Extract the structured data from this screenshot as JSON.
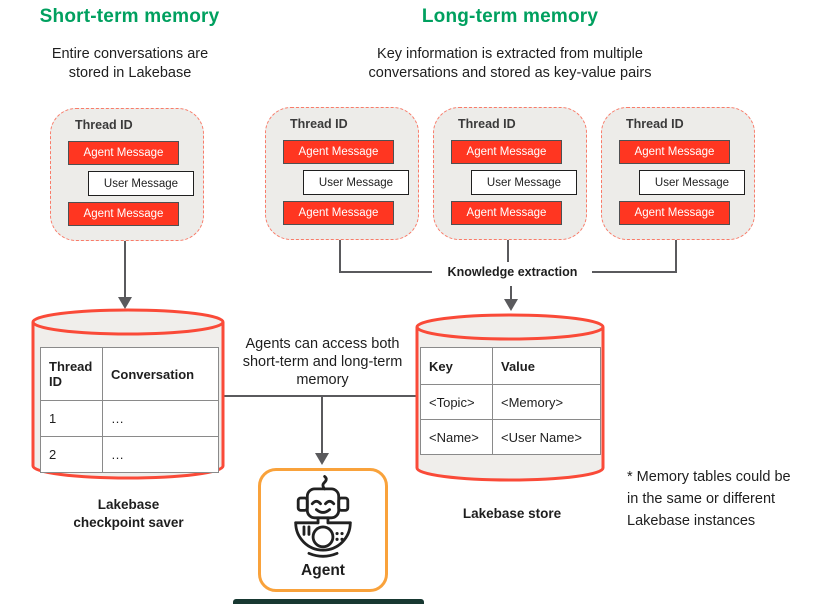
{
  "colors": {
    "title_green": "#00A05F",
    "message_red": "#FF3621",
    "dashed_salmon": "#F97B69",
    "cylinder_red": "#FA4A38",
    "agent_orange": "#F9A23B",
    "connector_gray": "#5A5A5D",
    "card_fill": "#EDECE9"
  },
  "short_term": {
    "title": "Short-term memory",
    "subtitle": "Entire conversations are stored in Lakebase",
    "thread": {
      "label": "Thread ID",
      "messages": [
        "Agent Message",
        "User Message",
        "Agent Message"
      ]
    },
    "table": {
      "headers": [
        "Thread ID",
        "Conversation"
      ],
      "rows": [
        [
          "1",
          "…"
        ],
        [
          "2",
          "…"
        ]
      ]
    },
    "store_label": "Lakebase checkpoint saver"
  },
  "long_term": {
    "title": "Long-term memory",
    "subtitle": "Key information is extracted from multiple conversations and stored as key-value pairs",
    "threads": [
      {
        "label": "Thread ID",
        "messages": [
          "Agent Message",
          "User Message",
          "Agent Message"
        ]
      },
      {
        "label": "Thread ID",
        "messages": [
          "Agent Message",
          "User Message",
          "Agent Message"
        ]
      },
      {
        "label": "Thread ID",
        "messages": [
          "Agent Message",
          "User Message",
          "Agent Message"
        ]
      }
    ],
    "extraction_label": "Knowledge extraction",
    "table": {
      "headers": [
        "Key",
        "Value"
      ],
      "rows": [
        [
          "<Topic>",
          "<Memory>"
        ],
        [
          "<Name>",
          "<User Name>"
        ]
      ]
    },
    "store_label": "Lakebase store"
  },
  "center": {
    "access_note": "Agents can access both short-term and long-term memory",
    "agent_label": "Agent"
  },
  "footnote": "* Memory tables could be in the same or different Lakebase instances"
}
